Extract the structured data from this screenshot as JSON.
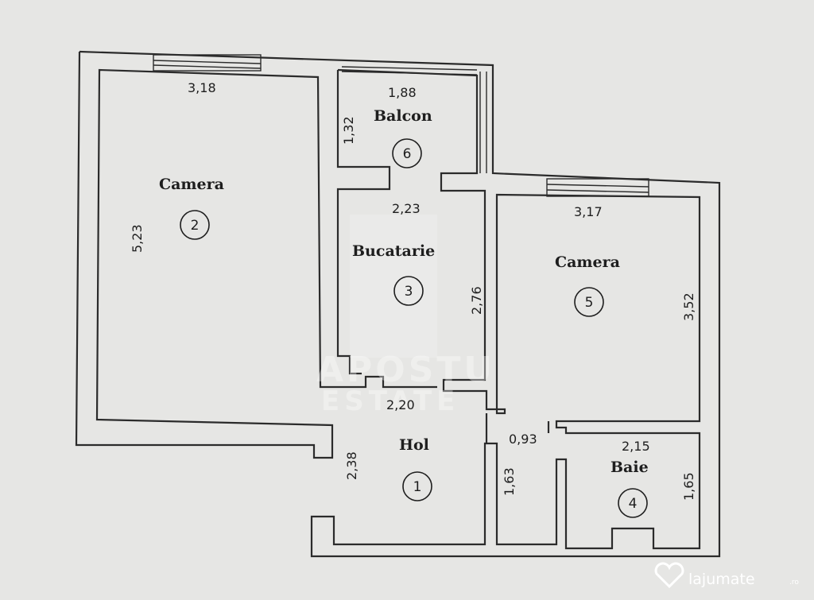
{
  "rooms": [
    {
      "name": "Camera",
      "number": "2"
    },
    {
      "name": "Balcon",
      "number": "6"
    },
    {
      "name": "Bucatarie",
      "number": "3"
    },
    {
      "name": "Camera",
      "number": "5"
    },
    {
      "name": "Hol",
      "number": "1"
    },
    {
      "name": "Baie",
      "number": "4"
    }
  ],
  "dimensions": {
    "camera2_width": "3,18",
    "camera2_length": "5,23",
    "balcon_width": "1,88",
    "balcon_length": "1,32",
    "bucatarie_width": "2,23",
    "bucatarie_length": "2,76",
    "camera5_width": "3,17",
    "camera5_length": "3,52",
    "hol_width": "2,20",
    "hol_length": "2,38",
    "hol_side": "1,63",
    "hol_passage": "0,93",
    "baie_width": "2,15",
    "baie_length": "1,65"
  },
  "watermark": {
    "line1": "APOSTU",
    "line2": "ESTATE"
  },
  "brand": {
    "name": "lajumate",
    "suffix": ".ro"
  }
}
